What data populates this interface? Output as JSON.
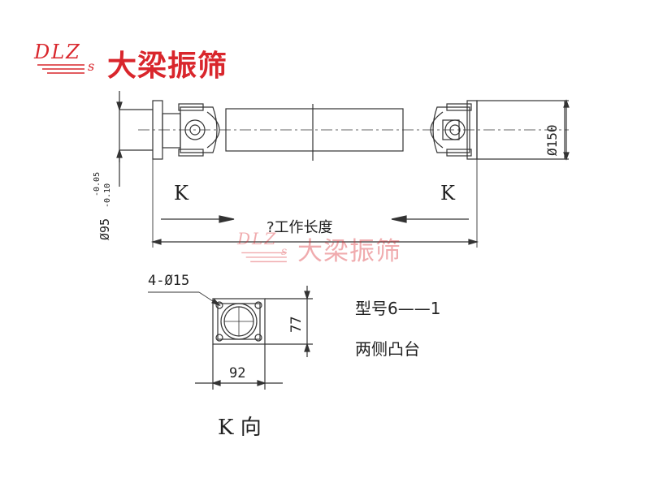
{
  "brand": {
    "letters": "DLZ",
    "sub": "s",
    "name": "大梁振筛",
    "color": "#d9262c"
  },
  "drawing": {
    "left_diameter": "Ø95",
    "left_tol_upper": "-0.05",
    "left_tol_lower": "-0.10",
    "right_diameter": "Ø150",
    "k_left": "K",
    "k_right": "K",
    "length_label": "?工作长度",
    "hole_spec": "4-Ø15",
    "dim_width": "92",
    "dim_height": "77",
    "model": "型号6——1",
    "note": "两侧凸台",
    "view_label": "K 向"
  }
}
